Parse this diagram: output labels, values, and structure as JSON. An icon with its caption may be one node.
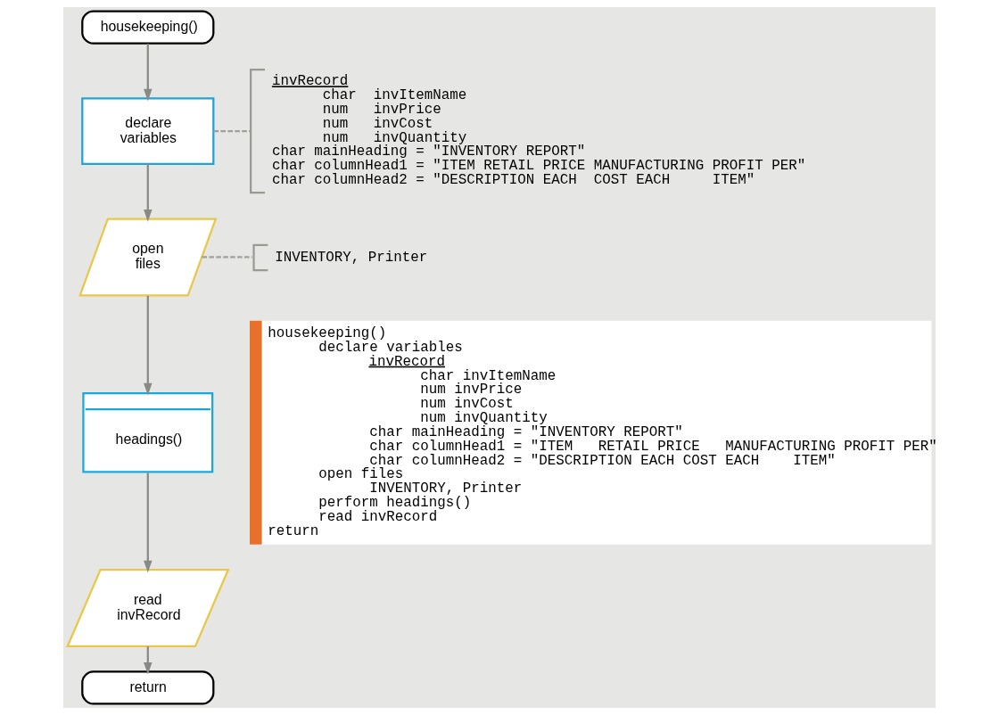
{
  "diagram": {
    "nodes": [
      {
        "text": [
          "housekeeping()"
        ]
      },
      {
        "text": [
          "declare variables"
        ]
      },
      {
        "text": [
          "open files"
        ]
      },
      {
        "text": [
          "headings()"
        ]
      },
      {
        "text": [
          "read invRecord"
        ]
      },
      {
        "text": [
          "return"
        ]
      },
      {
        "text": [
          "invRecord",
          "char  invItemName",
          "num   invPrice",
          "num   invCost",
          "num   invQuantity",
          "char mainHeading = \"INVENTORY REPORT\"",
          "char columnHead1 = \"ITEM RETAIL PRICE MANUFACTURING PROFIT PER\"",
          "char columnHead2 = \"DESCRIPTION EACH  COST EACH     ITEM\""
        ]
      },
      {
        "text": [
          "INVENTORY, Printer"
        ]
      },
      {
        "text": [
          "housekeeping()",
          "declare variables",
          "invRecord",
          "char invItemName",
          "num invPrice",
          "num invCost",
          "num invQuantity",
          "char mainHeading = \"INVENTORY REPORT\"",
          "char columnHead1 = \"ITEM   RETAIL PRICE   MANUFACTURING PROFIT PER\"",
          "char columnHead2 = \"DESCRIPTION EACH COST EACH    ITEM\"",
          "open files",
          "INVENTORY, Printer",
          "perform headings()",
          "read invRecord",
          "return"
        ]
      }
    ],
    "edges": [
      {
        "from": 0,
        "to": 1,
        "arrow": "to"
      },
      {
        "from": 1,
        "to": 2,
        "arrow": "to"
      },
      {
        "from": 2,
        "to": 3,
        "arrow": "to"
      },
      {
        "from": 3,
        "to": 4,
        "arrow": "to"
      },
      {
        "from": 4,
        "to": 5,
        "arrow": "to"
      },
      {
        "from": 1,
        "to": 6,
        "arrow": "none",
        "style": "dashed"
      },
      {
        "from": 2,
        "to": 7,
        "arrow": "none",
        "style": "dashed"
      }
    ]
  }
}
